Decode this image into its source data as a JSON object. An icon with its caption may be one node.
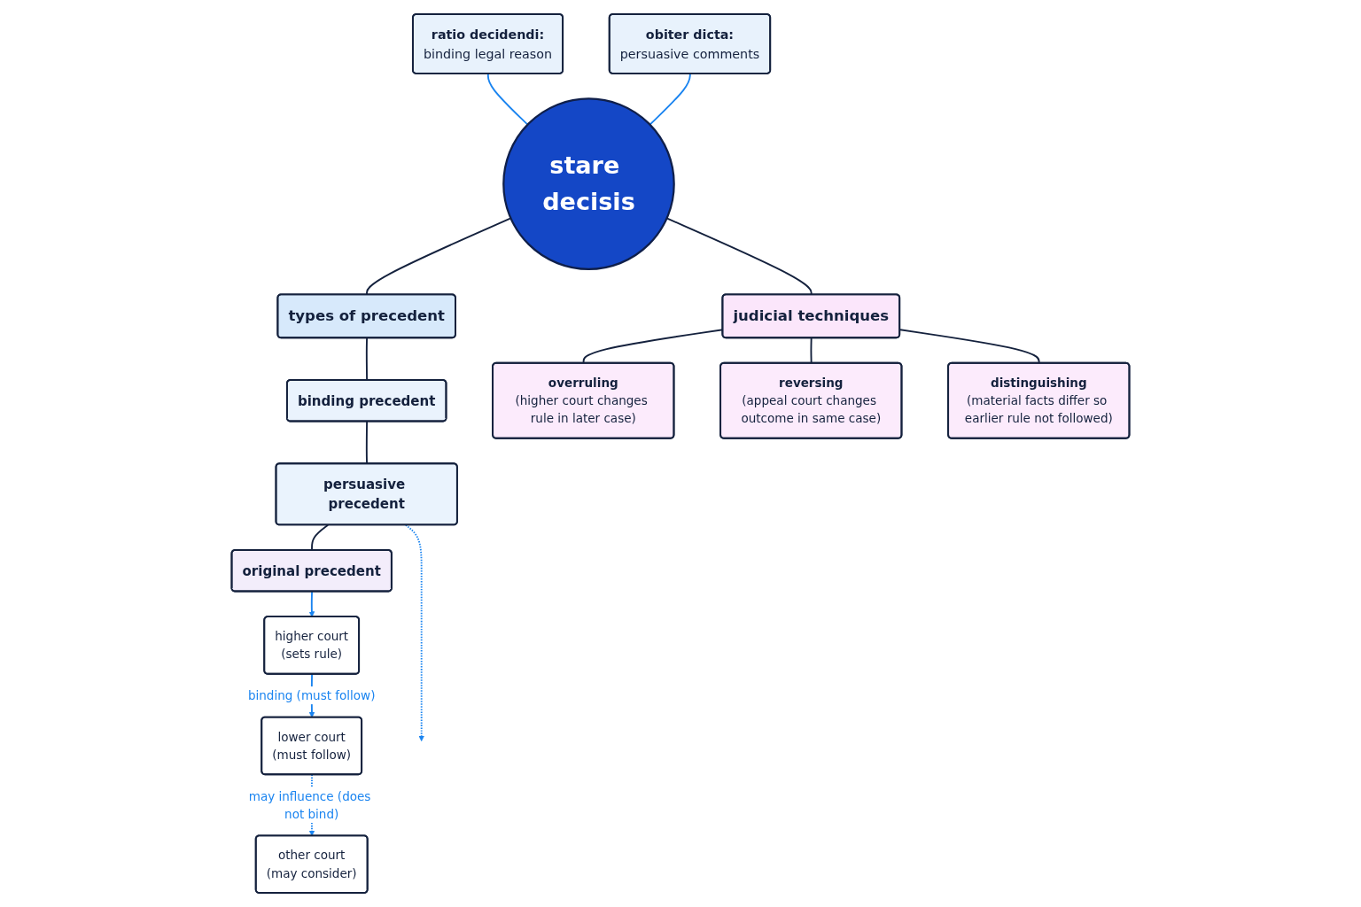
{
  "diagram": {
    "nodes": [
      {
        "text": [
          "ratio decidendi:",
          "binding legal reason"
        ]
      },
      {
        "text": [
          "obiter dicta:",
          "persuasive comments"
        ]
      },
      {
        "text": [
          "stare decisis"
        ]
      },
      {
        "text": [
          "types of precedent"
        ]
      },
      {
        "text": [
          "judicial techniques"
        ]
      },
      {
        "text": [
          "binding precedent"
        ]
      },
      {
        "text": [
          "overruling",
          "(higher court changes rule in later case)"
        ]
      },
      {
        "text": [
          "persuasive precedent"
        ]
      },
      {
        "text": [
          "reversing",
          "(appeal court changes outcome in same case)"
        ]
      },
      {
        "text": [
          "original precedent"
        ]
      },
      {
        "text": [
          "distinguishing",
          "(material facts differ so earlier rule not followed)"
        ]
      },
      {
        "text": [
          "higher court",
          "(sets rule)"
        ]
      },
      {
        "text": [
          "lower court",
          "(must follow)"
        ]
      },
      {
        "text": [
          "other court",
          "(may consider)"
        ]
      }
    ],
    "edges": [
      {
        "from": 0,
        "to": 2,
        "arrow": "none",
        "color": "#1a84f0"
      },
      {
        "from": 1,
        "to": 2,
        "arrow": "none",
        "color": "#1a84f0"
      },
      {
        "from": 2,
        "to": 3,
        "arrow": "none"
      },
      {
        "from": 2,
        "to": 4,
        "arrow": "none"
      },
      {
        "from": 3,
        "to": 5,
        "arrow": "none"
      },
      {
        "from": 5,
        "to": 7,
        "arrow": "none"
      },
      {
        "from": 7,
        "to": 9,
        "arrow": "none"
      },
      {
        "from": 4,
        "to": 6,
        "arrow": "none"
      },
      {
        "from": 4,
        "to": 8,
        "arrow": "none"
      },
      {
        "from": 4,
        "to": 10,
        "arrow": "none"
      },
      {
        "from": 9,
        "to": 11,
        "arrow": "to",
        "color": "#1a84f0"
      },
      {
        "from": 11,
        "to": 12,
        "arrow": "to",
        "label": "binding (must follow)",
        "color": "#1a84f0"
      },
      {
        "from": 7,
        "to": null,
        "arrow": "to",
        "style": "dashed",
        "color": "#1a84f0"
      },
      {
        "from": 12,
        "to": 13,
        "arrow": "to",
        "label": "may influence (does not bind)",
        "style": "dashed",
        "color": "#1a84f0"
      }
    ]
  }
}
